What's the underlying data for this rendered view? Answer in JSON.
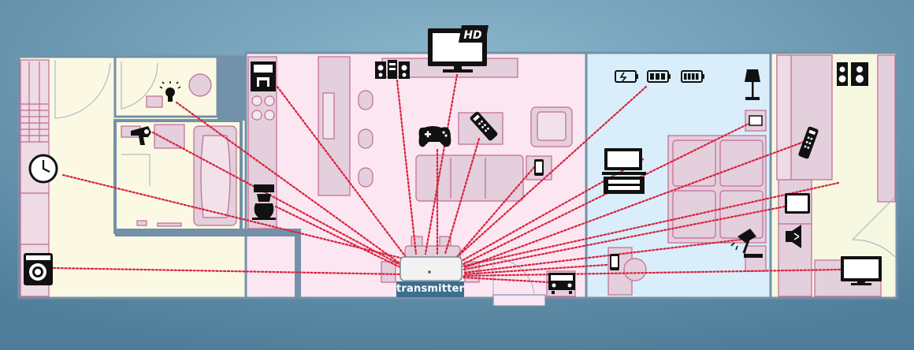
{
  "diagram": {
    "transmitter_label": "transmitter",
    "tv_badge_label": "HD",
    "colors": {
      "background": "#6a9ab3",
      "wall": "#6e8ea6",
      "room_yellow": "#fbf9e3",
      "room_pink": "#fbe6f1",
      "room_blue": "#d9eefa",
      "room_green": "#f6f8e2",
      "furniture": "#e4cfdc",
      "furniture_edge": "#c26a94",
      "signal_line": "#d8233e",
      "icon": "#111111"
    },
    "devices": [
      {
        "id": "wall-clock",
        "icon": "clock-icon"
      },
      {
        "id": "washing-machine",
        "icon": "washing-machine-icon"
      },
      {
        "id": "smart-bulb",
        "icon": "light-bulb-icon"
      },
      {
        "id": "hair-dryer",
        "icon": "hair-dryer-icon"
      },
      {
        "id": "coffee-machine",
        "icon": "coffee-machine-icon"
      },
      {
        "id": "drip-coffee-maker",
        "icon": "coffee-maker-icon"
      },
      {
        "id": "stereo-system",
        "icon": "stereo-icon"
      },
      {
        "id": "hd-television",
        "icon": "hd-tv-icon"
      },
      {
        "id": "game-controller",
        "icon": "gamepad-icon"
      },
      {
        "id": "remote-control",
        "icon": "remote-icon"
      },
      {
        "id": "smartphone",
        "icon": "phone-icon"
      },
      {
        "id": "battery-charger",
        "icon": "battery-icon"
      },
      {
        "id": "floor-lamp",
        "icon": "floor-lamp-icon"
      },
      {
        "id": "tv-stand",
        "icon": "tv-stand-icon"
      },
      {
        "id": "light-switch",
        "icon": "switch-icon"
      },
      {
        "id": "desk-lamp",
        "icon": "desk-lamp-icon"
      },
      {
        "id": "phone-dock",
        "icon": "phone-dock-icon"
      },
      {
        "id": "home-theater",
        "icon": "home-theater-icon"
      },
      {
        "id": "speakers",
        "icon": "speaker-icon"
      },
      {
        "id": "remote-control-2",
        "icon": "remote-icon"
      },
      {
        "id": "tablet",
        "icon": "tablet-icon"
      },
      {
        "id": "loudspeaker",
        "icon": "loudspeaker-icon"
      },
      {
        "id": "small-tv",
        "icon": "tv-icon"
      }
    ]
  }
}
